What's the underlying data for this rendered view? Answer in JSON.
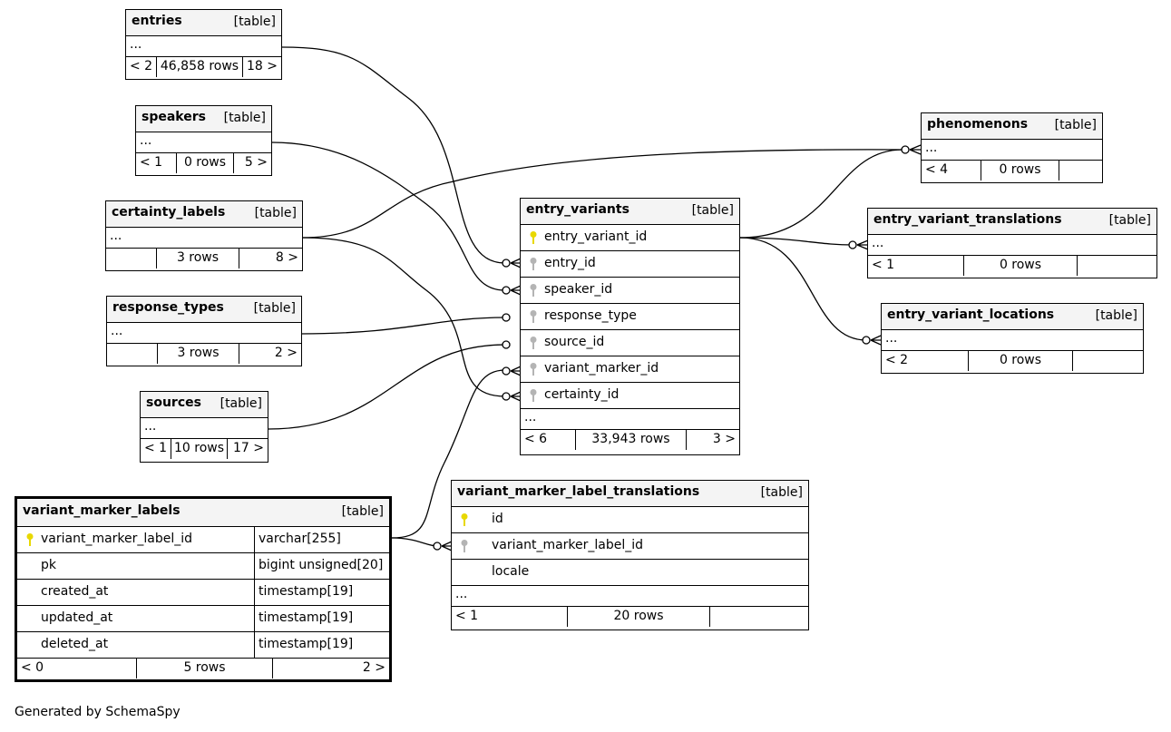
{
  "tables": {
    "entries": {
      "name": "entries",
      "kind": "[table]",
      "ellipsis": "...",
      "foot": {
        "parents": "< 2",
        "rows": "46,858 rows",
        "children": "18 >"
      }
    },
    "speakers": {
      "name": "speakers",
      "kind": "[table]",
      "ellipsis": "...",
      "foot": {
        "parents": "< 1",
        "rows": "0 rows",
        "children": "5 >"
      }
    },
    "certainty_labels": {
      "name": "certainty_labels",
      "kind": "[table]",
      "ellipsis": "...",
      "foot": {
        "parents": "",
        "rows": "3 rows",
        "children": "8 >"
      }
    },
    "response_types": {
      "name": "response_types",
      "kind": "[table]",
      "ellipsis": "...",
      "foot": {
        "parents": "",
        "rows": "3 rows",
        "children": "2 >"
      }
    },
    "sources": {
      "name": "sources",
      "kind": "[table]",
      "ellipsis": "...",
      "foot": {
        "parents": "< 1",
        "rows": "10 rows",
        "children": "17 >"
      }
    },
    "entry_variants": {
      "name": "entry_variants",
      "kind": "[table]",
      "columns": [
        "entry_variant_id",
        "entry_id",
        "speaker_id",
        "response_type",
        "source_id",
        "variant_marker_id",
        "certainty_id"
      ],
      "ellipsis": "...",
      "foot": {
        "parents": "< 6",
        "rows": "33,943 rows",
        "children": "3 >"
      }
    },
    "phenomenons": {
      "name": "phenomenons",
      "kind": "[table]",
      "ellipsis": "...",
      "foot": {
        "parents": "< 4",
        "rows": "0 rows",
        "children": ""
      }
    },
    "entry_variant_translations": {
      "name": "entry_variant_translations",
      "kind": "[table]",
      "ellipsis": "...",
      "foot": {
        "parents": "< 1",
        "rows": "0 rows",
        "children": ""
      }
    },
    "entry_variant_locations": {
      "name": "entry_variant_locations",
      "kind": "[table]",
      "ellipsis": "...",
      "foot": {
        "parents": "< 2",
        "rows": "0 rows",
        "children": ""
      }
    },
    "variant_marker_labels": {
      "name": "variant_marker_labels",
      "kind": "[table]",
      "columns": [
        {
          "name": "variant_marker_label_id",
          "type": "varchar[255]"
        },
        {
          "name": "pk",
          "type": "bigint unsigned[20]"
        },
        {
          "name": "created_at",
          "type": "timestamp[19]"
        },
        {
          "name": "updated_at",
          "type": "timestamp[19]"
        },
        {
          "name": "deleted_at",
          "type": "timestamp[19]"
        }
      ],
      "foot": {
        "parents": "< 0",
        "rows": "5 rows",
        "children": "2 >"
      }
    },
    "variant_marker_label_translations": {
      "name": "variant_marker_label_translations",
      "kind": "[table]",
      "columns": [
        "id",
        "variant_marker_label_id",
        "locale"
      ],
      "ellipsis": "...",
      "foot": {
        "parents": "< 1",
        "rows": "20 rows",
        "children": ""
      }
    }
  },
  "colors": {
    "primary_key": "#e8d800",
    "foreign_key": "#b4b4b4",
    "header_bg": "#f4f4f4"
  },
  "credit": "Generated by SchemaSpy"
}
